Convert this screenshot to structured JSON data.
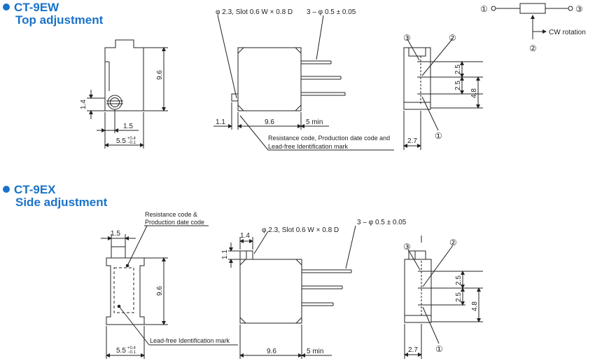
{
  "sections": [
    {
      "model": "CT-9EW",
      "subtitle": "Top adjustment"
    },
    {
      "model": "CT-9EX",
      "subtitle": "Side adjustment"
    }
  ],
  "colors": {
    "accent": "#1a73c9",
    "line": "#222222"
  },
  "schematic": {
    "pin1": "①",
    "pin2": "②",
    "pin3": "③",
    "arrow_label": "CW rotation"
  },
  "ew": {
    "front": {
      "height": "9.6",
      "offset": "1.4",
      "pin_offset": "1.5",
      "width": "5.5",
      "tol_plus": "+0.4",
      "tol_minus": "−0.1"
    },
    "side": {
      "slot_note": "φ 2.3, Slot  0.6 W × 0.8 D",
      "pins_note": "3 – φ 0.5 ± 0.05",
      "dim_left": "1.1",
      "dim_body": "9.6",
      "dim_pins": "5 min",
      "code_note_line1": "Resistance code, Production date code and",
      "code_note_line2": "Lead-free Identification mark"
    },
    "end": {
      "pin1": "①",
      "pin2": "②",
      "pin3": "③",
      "pitch_a": "2.5",
      "pitch_b": "2.5",
      "total": "4.8",
      "depth": "2.7"
    }
  },
  "ex": {
    "front": {
      "top_width": "1.5",
      "code_note_line1": "Resistance code &",
      "code_note_line2": "Production date code",
      "height": "9.6",
      "width": "5.5",
      "tol_plus": "+0.4",
      "tol_minus": "−0.1",
      "lead_note": "Lead-free Identification mark"
    },
    "side": {
      "knob_width": "1.4",
      "knob_height": "1.1",
      "slot_note": "φ 2.3, Slot  0.6 W × 0.8 D",
      "pins_note": "3 – φ 0.5 ± 0.05",
      "dim_body": "9.6",
      "dim_pins": "5 min"
    },
    "end": {
      "pin1": "①",
      "pin2": "②",
      "pin3": "③",
      "pitch_a": "2.5",
      "pitch_b": "2.5",
      "total": "4.8",
      "depth": "2.7"
    }
  }
}
